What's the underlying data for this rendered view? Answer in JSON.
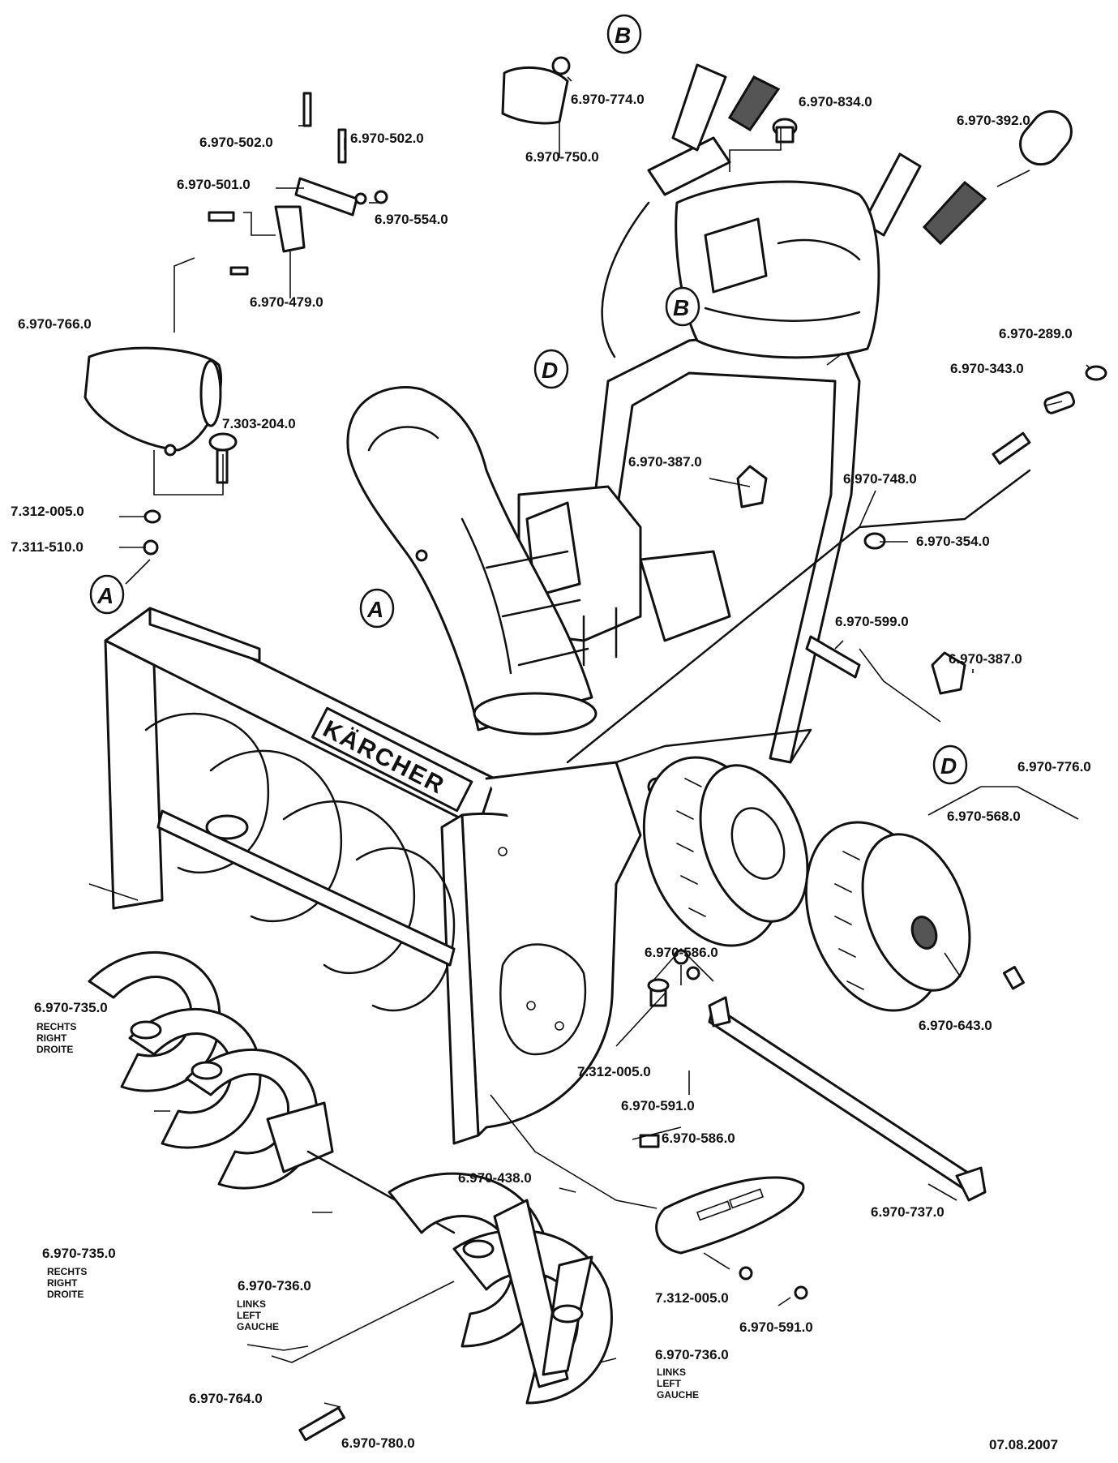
{
  "labels": [
    {
      "id": "p-6970-502-a",
      "text": "6.970-502.0"
    },
    {
      "id": "p-6970-502-b",
      "text": "6.970-502.0"
    },
    {
      "id": "p-6970-501",
      "text": "6.970-501.0"
    },
    {
      "id": "p-6970-554",
      "text": "6.970-554.0"
    },
    {
      "id": "p-6970-479",
      "text": "6.970-479.0"
    },
    {
      "id": "p-6970-766",
      "text": "6.970-766.0"
    },
    {
      "id": "p-7303-204",
      "text": "7.303-204.0"
    },
    {
      "id": "p-7312-005-a",
      "text": "7.312-005.0"
    },
    {
      "id": "p-7311-510",
      "text": "7.311-510.0"
    },
    {
      "id": "p-6970-774",
      "text": "6.970-774.0"
    },
    {
      "id": "p-6970-750",
      "text": "6.970-750.0"
    },
    {
      "id": "p-6970-834",
      "text": "6.970-834.0"
    },
    {
      "id": "p-6970-392",
      "text": "6.970-392.0"
    },
    {
      "id": "p-6970-289",
      "text": "6.970-289.0"
    },
    {
      "id": "p-6970-343",
      "text": "6.970-343.0"
    },
    {
      "id": "p-6970-387-a",
      "text": "6.970-387.0"
    },
    {
      "id": "p-6970-748",
      "text": "6.970-748.0"
    },
    {
      "id": "p-6970-354",
      "text": "6.970-354.0"
    },
    {
      "id": "p-6970-599",
      "text": "6.970-599.0"
    },
    {
      "id": "p-6970-387-b",
      "text": "6.970-387.0"
    },
    {
      "id": "p-6970-776",
      "text": "6.970-776.0"
    },
    {
      "id": "p-6970-568",
      "text": "6.970-568.0"
    },
    {
      "id": "p-6970-586-a",
      "text": "6.970-586.0"
    },
    {
      "id": "p-7312-005-b",
      "text": "7.312-005.0"
    },
    {
      "id": "p-6970-591-a",
      "text": "6.970-591.0"
    },
    {
      "id": "p-6970-643",
      "text": "6.970-643.0"
    },
    {
      "id": "p-6970-586-b",
      "text": "6.970-586.0"
    },
    {
      "id": "p-6970-438",
      "text": "6.970-438.0"
    },
    {
      "id": "p-6970-737",
      "text": "6.970-737.0"
    },
    {
      "id": "p-7312-005-c",
      "text": "7.312-005.0"
    },
    {
      "id": "p-6970-591-b",
      "text": "6.970-591.0"
    },
    {
      "id": "p-6970-735-a",
      "text": "6.970-735.0"
    },
    {
      "id": "p-6970-735-b",
      "text": "6.970-735.0"
    },
    {
      "id": "p-6970-736-a",
      "text": "6.970-736.0"
    },
    {
      "id": "p-6970-736-b",
      "text": "6.970-736.0"
    },
    {
      "id": "p-6970-764",
      "text": "6.970-764.0"
    },
    {
      "id": "p-6970-780",
      "text": "6.970-780.0"
    }
  ],
  "side_right": {
    "line1": "RECHTS",
    "line2": "RIGHT",
    "line3": "DROITE"
  },
  "side_left": {
    "line1": "LINKS",
    "line2": "LEFT",
    "line3": "GAUCHE"
  },
  "markers": {
    "a": "A",
    "b": "B",
    "d": "D"
  },
  "brand": "KÄRCHER",
  "date": "07.08.2007"
}
